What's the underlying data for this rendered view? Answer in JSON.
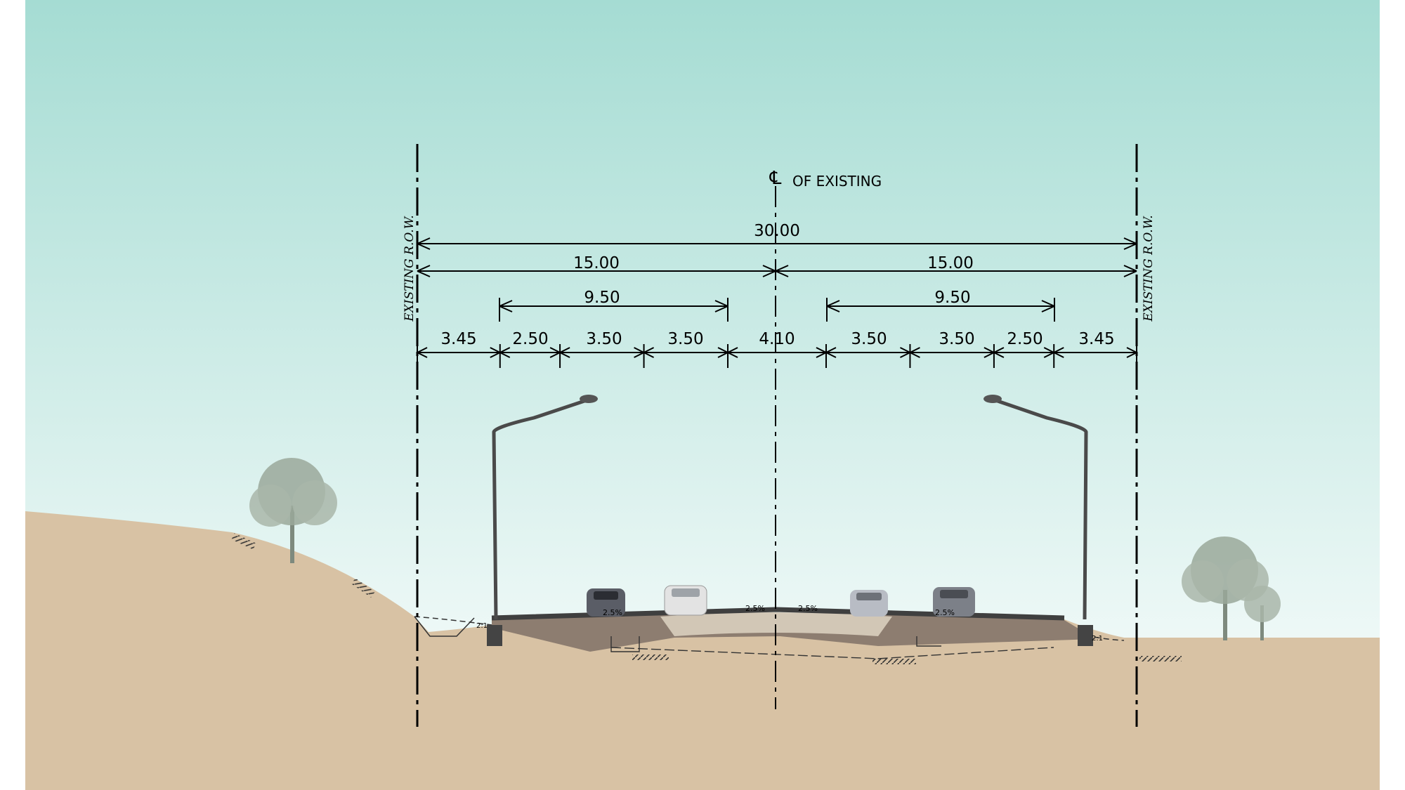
{
  "centerline": {
    "symbol": "℄",
    "label": "OF EXISTING"
  },
  "row_labels": {
    "left": "EXISTING R.O.W.",
    "right": "EXISTING R.O.W."
  },
  "dimensions": {
    "total": "30.00",
    "halves": [
      "15.00",
      "15.00"
    ],
    "carriageways": [
      "9.50",
      "9.50"
    ],
    "segments": [
      "3.45",
      "2.50",
      "3.50",
      "3.50",
      "4.10",
      "3.50",
      "3.50",
      "2.50",
      "3.45"
    ]
  },
  "slopes": {
    "crossfall": [
      "2.5%",
      "2.5%",
      "2.5%",
      "2.5%"
    ],
    "side": [
      "2:1",
      "2:1"
    ]
  },
  "colors": {
    "sky_top": "#a5dcd3",
    "sky_bottom": "#ffffff",
    "ground": "#d8c2a4",
    "pavement": "#3f3f3f",
    "fill": "#8d7d70",
    "tree": "#9aa89a",
    "cars": [
      "#5a5d66",
      "#e3e3e3",
      "#b8bcc4",
      "#7c8088"
    ]
  }
}
